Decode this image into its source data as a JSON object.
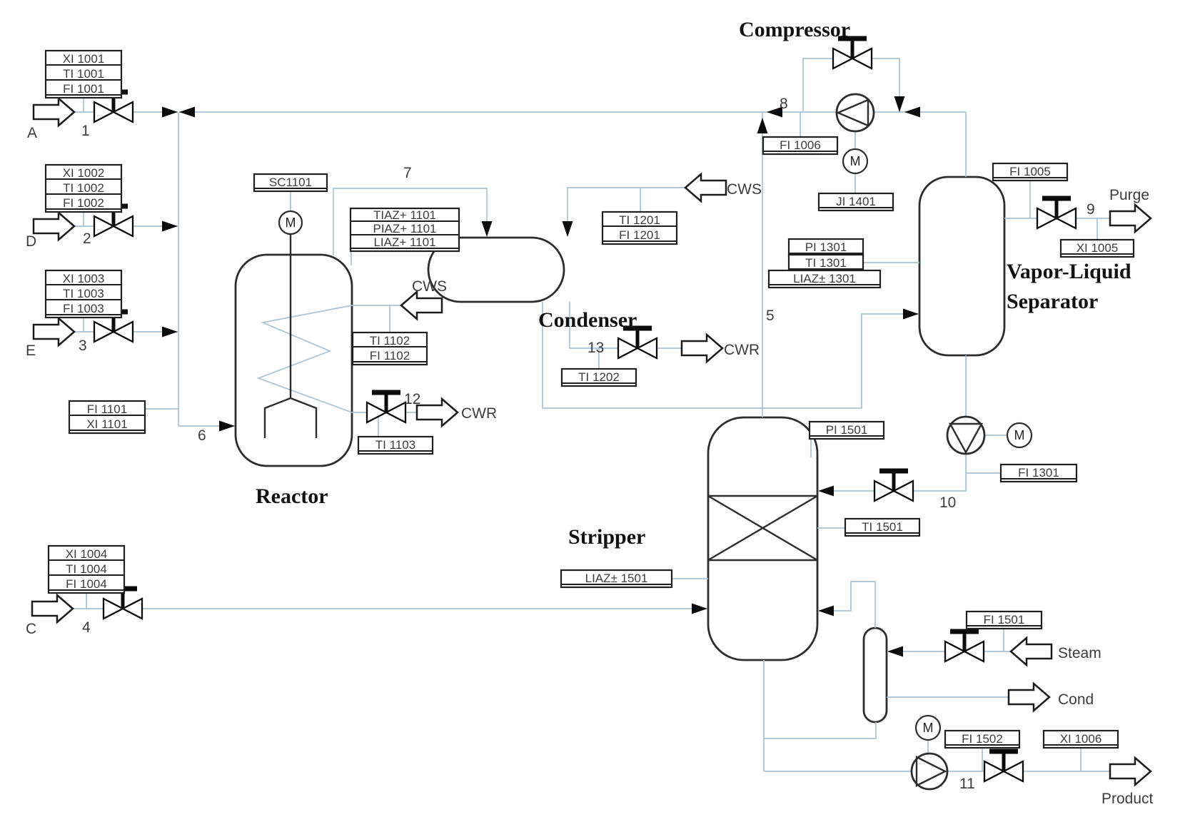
{
  "colors": {
    "pipe": "#a8c3d4",
    "equipment_outline": "#2d2d2d",
    "text": "#3c3c3c",
    "arrow": "#0d0d0d"
  },
  "equipment": {
    "reactor": "Reactor",
    "condenser": "Condenser",
    "compressor": "Compressor",
    "separator_line1": "Vapor-Liquid",
    "separator_line2": "Separator",
    "stripper": "Stripper"
  },
  "motor": "M",
  "feeds": {
    "a": "A",
    "d": "D",
    "e": "E",
    "c": "C"
  },
  "utility": {
    "cws_reactor": "CWS",
    "cwr_reactor": "CWR",
    "cws_condenser": "CWS",
    "cwr_condenser": "CWR",
    "steam": "Steam",
    "cond": "Cond"
  },
  "ports": {
    "purge": "Purge",
    "product": "Product"
  },
  "streams": {
    "1": "1",
    "2": "2",
    "3": "3",
    "4": "4",
    "5": "5",
    "6": "6",
    "7": "7",
    "8": "8",
    "9": "9",
    "10": "10",
    "11": "11",
    "12": "12",
    "13": "13"
  },
  "instruments": {
    "feed_a": [
      "XI 1001",
      "TI 1001",
      "FI 1001"
    ],
    "feed_d": [
      "XI 1002",
      "TI 1002",
      "FI 1002"
    ],
    "feed_e": [
      "XI 1003",
      "TI 1003",
      "FI 1003"
    ],
    "feed_c": [
      "XI 1004",
      "TI 1004",
      "FI 1004"
    ],
    "reactor_inlet": [
      "FI 1101",
      "XI 1101"
    ],
    "speed_controller": [
      "SC1101"
    ],
    "reactor_alarms": [
      "TIAZ+ 1101",
      "PIAZ+ 1101",
      "LIAZ+ 1101"
    ],
    "reactor_coolant": [
      "TI 1102",
      "FI 1102"
    ],
    "reactor_coolant_return": [
      "TI 1103"
    ],
    "condenser_coolant": [
      "TI 1201",
      "FI 1201"
    ],
    "condenser_coolant_return": [
      "TI 1202"
    ],
    "recycle_flow": [
      "FI 1006"
    ],
    "compressor_power": [
      "JI 1401"
    ],
    "separator": [
      "PI 1301",
      "TI 1301",
      "LIAZ± 1301"
    ],
    "purge_flow": [
      "FI 1005"
    ],
    "purge_analyzer": [
      "XI 1005"
    ],
    "separator_underflow": [
      "FI 1301"
    ],
    "stripper_pressure": [
      "PI 1501"
    ],
    "stripper_temperature": [
      "TI 1501"
    ],
    "stripper_level": [
      "LIAZ± 1501"
    ],
    "steam_flow": [
      "FI 1501"
    ],
    "product_flow": [
      "FI 1502"
    ],
    "product_analyzer": [
      "XI 1006"
    ]
  }
}
